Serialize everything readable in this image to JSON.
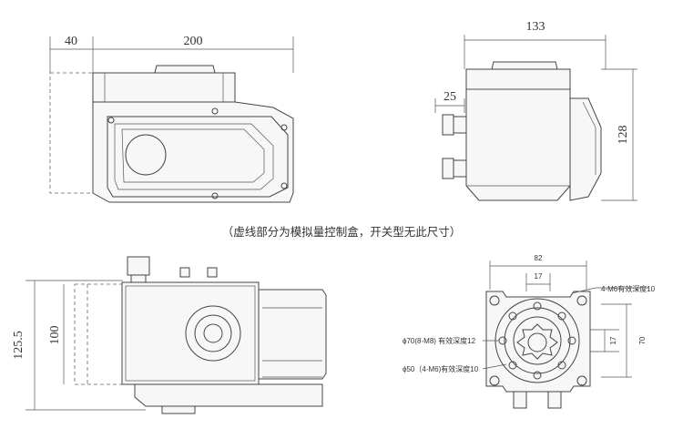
{
  "views": {
    "front": {
      "dim_left": "40",
      "dim_top": "200"
    },
    "side": {
      "dim_width": "133",
      "dim_height": "128",
      "dim_offset": "25"
    },
    "bottom": {
      "dim_outer": "125.5",
      "dim_inner": "100"
    },
    "flange": {
      "dim_outer": "82",
      "dim_inner": "17",
      "dim_vertical_small": "17",
      "dim_vertical": "70",
      "callout_m6_right": "4-M6有效深度10",
      "callout_pcd70": "ϕ70(8-M8) 有效深度12",
      "callout_pcd50": "ϕ50（4-M6)有效深度10"
    }
  },
  "note": "（虚线部分为模拟量控制盒，开关型无此尺寸）"
}
